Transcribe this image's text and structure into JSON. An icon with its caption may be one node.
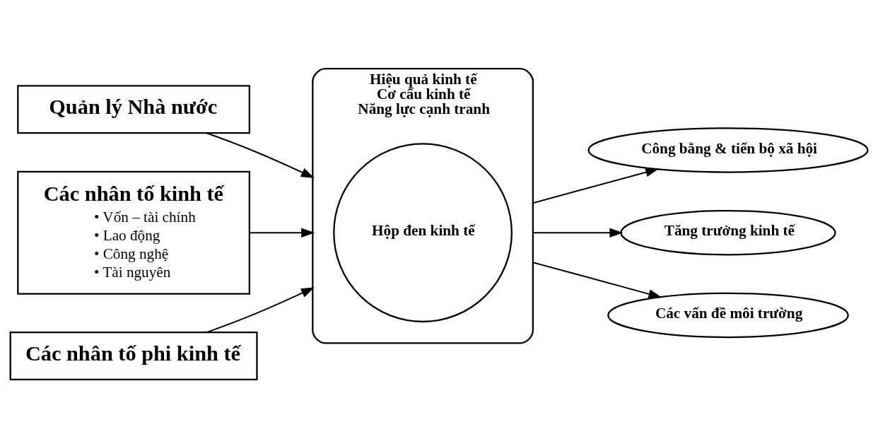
{
  "diagram": {
    "nodes": [
      {
        "text": [
          "Quản lý Nhà nước"
        ]
      },
      {
        "text": [
          "Các nhân tố kinh tế",
          "• Vốn – tài chính",
          "• Lao động",
          "• Công nghệ",
          "• Tài nguyên"
        ]
      },
      {
        "text": [
          "Các nhân tố phi kinh tế"
        ]
      },
      {
        "text": [
          "Hiệu quả kinh tế",
          "Cơ cấu kinh tế",
          "Năng lực cạnh tranh"
        ]
      },
      {
        "text": [
          "Hộp đen kinh tế"
        ],
        "in": 3
      },
      {
        "text": [
          "Công bằng & tiến bộ xã hội"
        ]
      },
      {
        "text": [
          "Tăng trưởng kinh tế"
        ]
      },
      {
        "text": [
          "Các vấn đề môi trường"
        ]
      }
    ],
    "edges": [
      {
        "from": 0,
        "to": 3,
        "arrow": "to"
      },
      {
        "from": 1,
        "to": 3,
        "arrow": "to"
      },
      {
        "from": 2,
        "to": 3,
        "arrow": "to"
      },
      {
        "from": 3,
        "to": 5,
        "arrow": "to"
      },
      {
        "from": 3,
        "to": 6,
        "arrow": "to"
      },
      {
        "from": 3,
        "to": 7,
        "arrow": "to"
      }
    ]
  }
}
